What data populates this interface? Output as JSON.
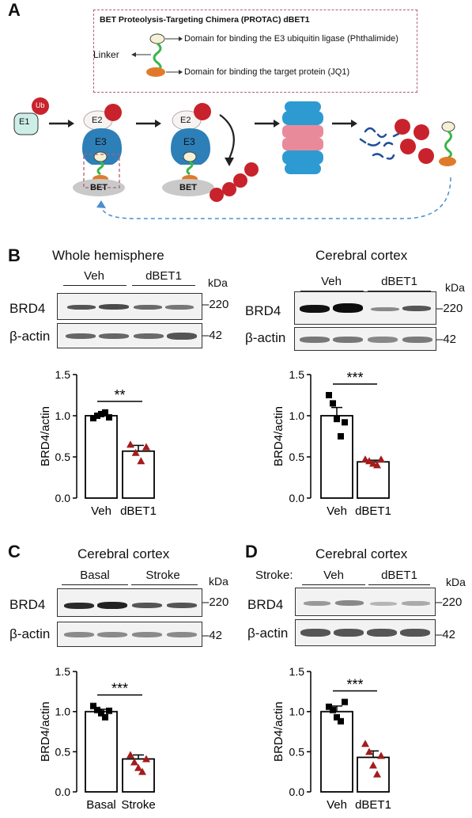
{
  "panelA": {
    "letter": "A",
    "box_title": "BET Proteolysis-Targeting Chimera (PROTAC) dBET1",
    "domain_e3": "Domain for binding the E3 ubiquitin ligase (Phthalimide)",
    "linker": "Linker",
    "domain_target": "Domain for binding the target protein (JQ1)",
    "e1": "E1",
    "e2": "E2",
    "e3": "E3",
    "ub": "Ub",
    "bet": "BET",
    "colors": {
      "dashed_box": "#b05c7a",
      "e1": "#cdeee6",
      "e3": "#2d7fb8",
      "ub": "#c8232c",
      "linker": "#39b54a",
      "target_domain": "#e07a2a",
      "e3_domain": "#f4f1d4",
      "proteasome_blue": "#2d9bd2",
      "proteasome_pink": "#e98a9a",
      "return_arrow": "#4a8fd0"
    }
  },
  "panelB": {
    "letter": "B",
    "left": {
      "title": "Whole hemisphere",
      "groups": [
        "Veh",
        "dBET1"
      ],
      "kda": "kDa",
      "row1": "BRD4",
      "row1_mw": "220",
      "row2": "β-actin",
      "row2_mw": "42"
    },
    "right": {
      "title": "Cerebral cortex",
      "groups": [
        "Veh",
        "dBET1"
      ],
      "kda": "kDa",
      "row1": "BRD4",
      "row1_mw": "220",
      "row2": "β-actin",
      "row2_mw": "42"
    }
  },
  "panelC": {
    "letter": "C",
    "title": "Cerebral cortex",
    "groups": [
      "Basal",
      "Stroke"
    ],
    "kda": "kDa",
    "row1": "BRD4",
    "row1_mw": "220",
    "row2": "β-actin",
    "row2_mw": "42"
  },
  "panelD": {
    "letter": "D",
    "title": "Cerebral cortex",
    "prefix": "Stroke:",
    "groups": [
      "Veh",
      "dBET1"
    ],
    "kda": "kDa",
    "row1": "BRD4",
    "row1_mw": "220",
    "row2": "β-actin",
    "row2_mw": "42"
  },
  "chart_data": [
    {
      "type": "bar",
      "panel": "B-left",
      "categories": [
        "Veh",
        "dBET1"
      ],
      "values": [
        1.0,
        0.57
      ],
      "errors": [
        0.03,
        0.07
      ],
      "points": [
        [
          0.97,
          1.0,
          1.02,
          1.04,
          0.98
        ],
        [
          0.65,
          0.55,
          0.45,
          0.62
        ]
      ],
      "ylabel": "BRD4/actin",
      "ylim": [
        0,
        1.5
      ],
      "yticks": [
        "0.0",
        "0.5",
        "1.0",
        "1.5"
      ],
      "significance": "**"
    },
    {
      "type": "bar",
      "panel": "B-right",
      "categories": [
        "Veh",
        "dBET1"
      ],
      "values": [
        1.0,
        0.44
      ],
      "errors": [
        0.1,
        0.02
      ],
      "points": [
        [
          1.25,
          1.15,
          0.96,
          0.75,
          0.92
        ],
        [
          0.47,
          0.45,
          0.42,
          0.4,
          0.47
        ]
      ],
      "ylabel": "BRD4/actin",
      "ylim": [
        0,
        1.5
      ],
      "yticks": [
        "0.0",
        "0.5",
        "1.0",
        "1.5"
      ],
      "significance": "***"
    },
    {
      "type": "bar",
      "panel": "C",
      "categories": [
        "Basal",
        "Stroke"
      ],
      "values": [
        1.0,
        0.41
      ],
      "errors": [
        0.03,
        0.05
      ],
      "points": [
        [
          1.07,
          1.02,
          0.98,
          0.93,
          1.01
        ],
        [
          0.46,
          0.37,
          0.3,
          0.25,
          0.41
        ]
      ],
      "ylabel": "BRD4/actin",
      "ylim": [
        0,
        1.5
      ],
      "yticks": [
        "0.0",
        "0.5",
        "1.0",
        "1.5"
      ],
      "significance": "***"
    },
    {
      "type": "bar",
      "panel": "D",
      "categories": [
        "Veh",
        "dBET1"
      ],
      "values": [
        1.0,
        0.43
      ],
      "errors": [
        0.07,
        0.08
      ],
      "points": [
        [
          1.06,
          1.02,
          0.93,
          0.88,
          1.12
        ],
        [
          0.6,
          0.5,
          0.33,
          0.22,
          0.45
        ]
      ],
      "ylabel": "BRD4/actin",
      "ylim": [
        0,
        1.5
      ],
      "yticks": [
        "0.0",
        "0.5",
        "1.0",
        "1.5"
      ],
      "significance": "***"
    }
  ]
}
